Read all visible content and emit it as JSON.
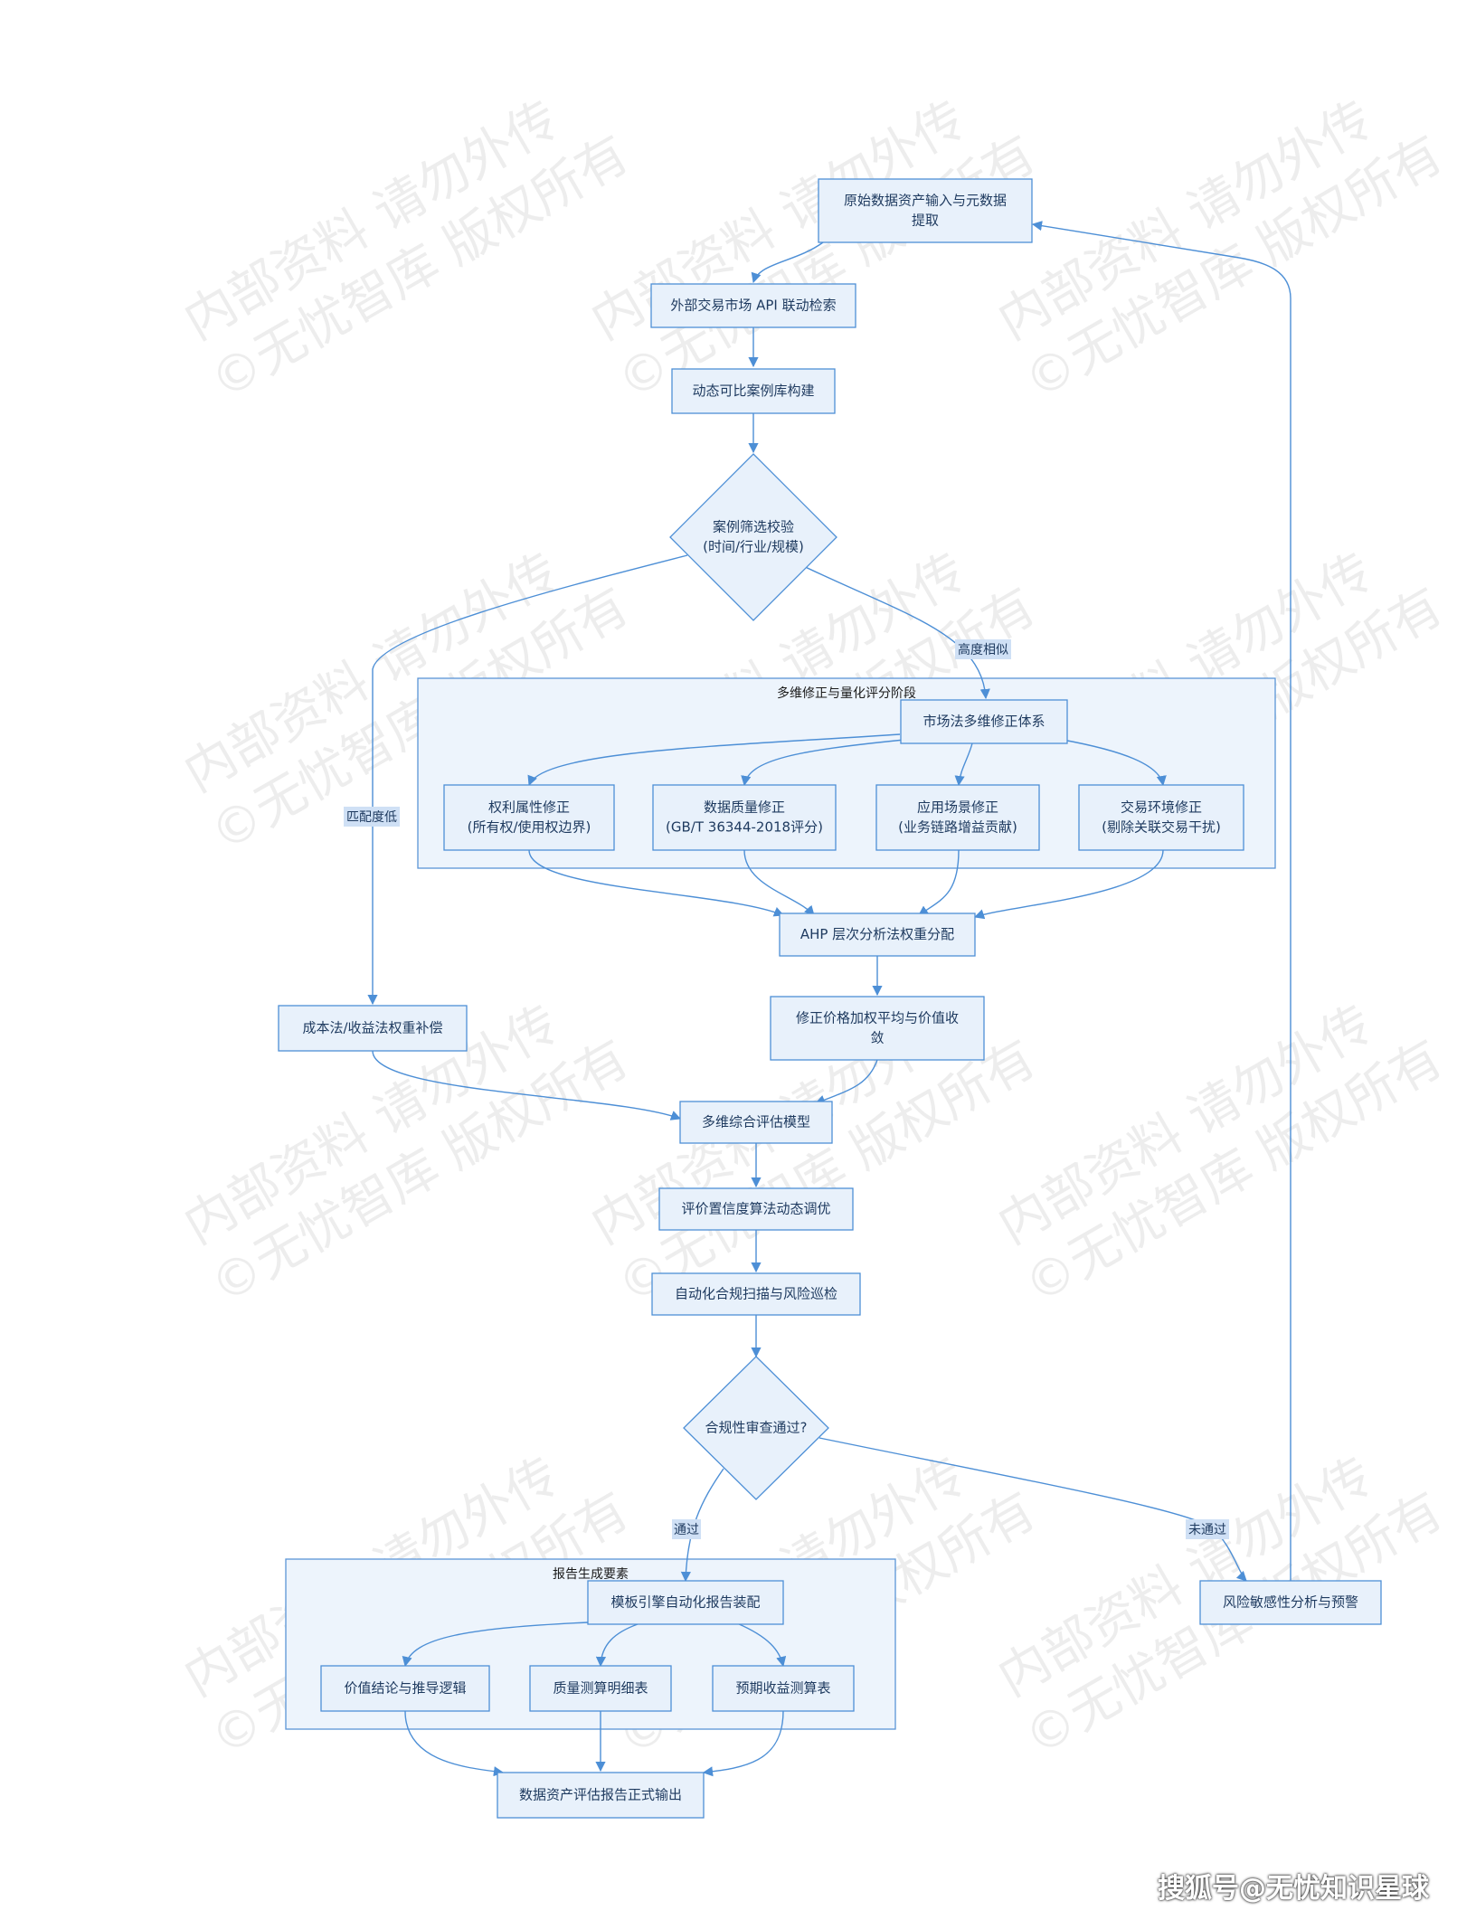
{
  "nodes": {
    "input": "原始数据资产输入与元数据|提取",
    "api": "外部交易市场 API 联动检索",
    "case_lib": "动态可比案例库构建",
    "screen": "案例筛选校验|(时间/行业/规模)",
    "market_method": "市场法多维修正体系",
    "rights": "权利属性修正|(所有权/使用权边界)",
    "quality": "数据质量修正|(GB/T 36344-2018评分)",
    "scenario": "应用场景修正|(业务链路增益贡献)",
    "trade": "交易环境修正|(剔除关联交易干扰)",
    "ahp": "AHP 层次分析法权重分配",
    "converge": "修正价格加权平均与价值收|敛",
    "cost": "成本法/收益法权重补偿",
    "model": "多维综合评估模型",
    "confidence": "评价置信度算法动态调优",
    "compliance_scan": "自动化合规扫描与风险巡检",
    "compliance_check": "合规性审查通过?",
    "risk": "风险敏感性分析与预警",
    "template": "模板引擎自动化报告装配",
    "conclusion": "价值结论与推导逻辑",
    "quality_table": "质量测算明细表",
    "income_table": "预期收益测算表",
    "output": "数据资产评估报告正式输出"
  },
  "groups": {
    "stage": "多维修正与量化评分阶段",
    "report": "报告生成要素"
  },
  "edge_labels": {
    "high_similarity": "高度相似",
    "low_match": "匹配度低",
    "pass": "通过",
    "fail": "未通过"
  },
  "watermark": {
    "line1": "内部资料 请勿外传",
    "line2": "©无忧智库 版权所有"
  },
  "footer": "搜狐号@无忧知识星球",
  "colors": {
    "node_fill": "#e8f1fb",
    "stroke": "#4d8fd6",
    "group_fill": "#edf4fc"
  }
}
